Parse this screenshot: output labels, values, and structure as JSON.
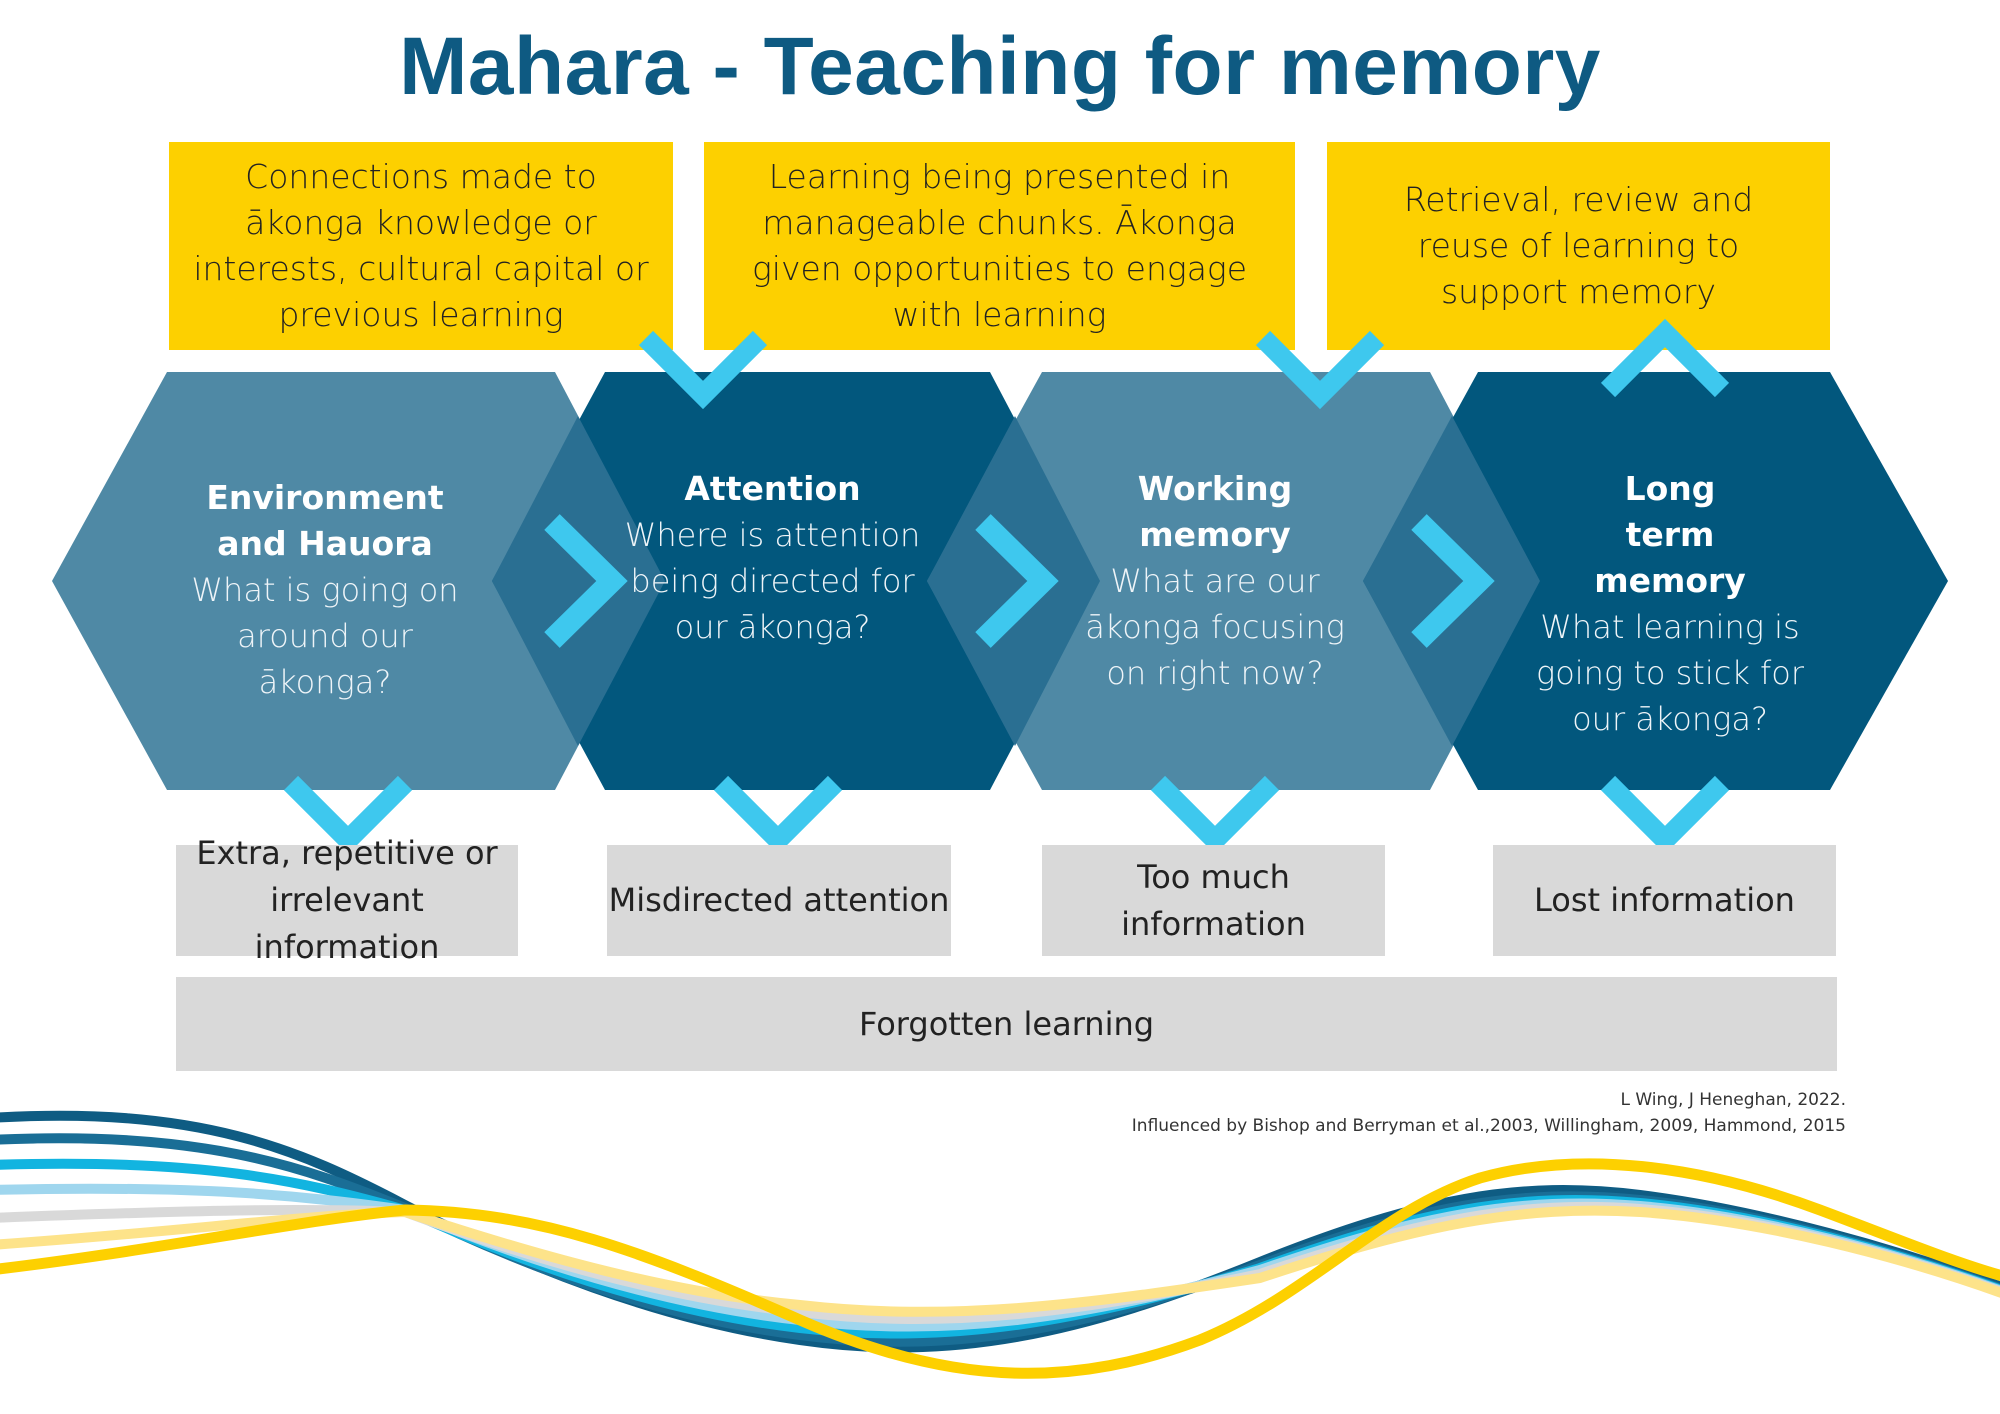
{
  "title": "Mahara - Teaching for memory",
  "colors": {
    "title": "#0e5a82",
    "yellow": "#fdd000",
    "hex_light": "#4f89a5",
    "hex_dark": "#02577d",
    "hex_overlap": "#2a6f92",
    "chevron": "#3ec8ee",
    "grey_box": "#d9d9d9",
    "wave_colors": [
      "#0f5c83",
      "#1a6e96",
      "#12b4e0",
      "#9fd6ee",
      "#d9d9d9",
      "#fde38a",
      "#fdd000"
    ]
  },
  "supports": [
    {
      "text": "Connections made to ākonga knowledge or interests, cultural capital or previous learning"
    },
    {
      "text": "Learning being presented in manageable chunks. Ākonga given opportunities to engage with learning"
    },
    {
      "text": "Retrieval, review and reuse of learning to support memory"
    }
  ],
  "stages": [
    {
      "heading": "Environment and Hauora",
      "question": "What is going on around our ākonga?"
    },
    {
      "heading": "Attention",
      "question": "Where is attention being directed for our ākonga?"
    },
    {
      "heading": "Working memory",
      "question": "What are our ākonga focusing on right now?"
    },
    {
      "heading": "Long term memory",
      "question": "What learning is going to stick for our ākonga?"
    }
  ],
  "losses": [
    {
      "text": "Extra, repetitive or irrelevant information"
    },
    {
      "text": "Misdirected attention"
    },
    {
      "text": "Too much information"
    },
    {
      "text": "Lost information"
    }
  ],
  "outcome": {
    "text": "Forgotten learning"
  },
  "credits": {
    "authors": "L Wing, J Heneghan, 2022.",
    "influences": "Influenced by Bishop and Berryman et al.,2003, Willingham, 2009, Hammond, 2015"
  },
  "icons": {
    "flow_arrow": "chevron-right-icon",
    "input_arrow": "chevron-down-icon",
    "retrieval_arrow": "chevron-up-icon",
    "loss_arrow": "chevron-down-icon"
  }
}
